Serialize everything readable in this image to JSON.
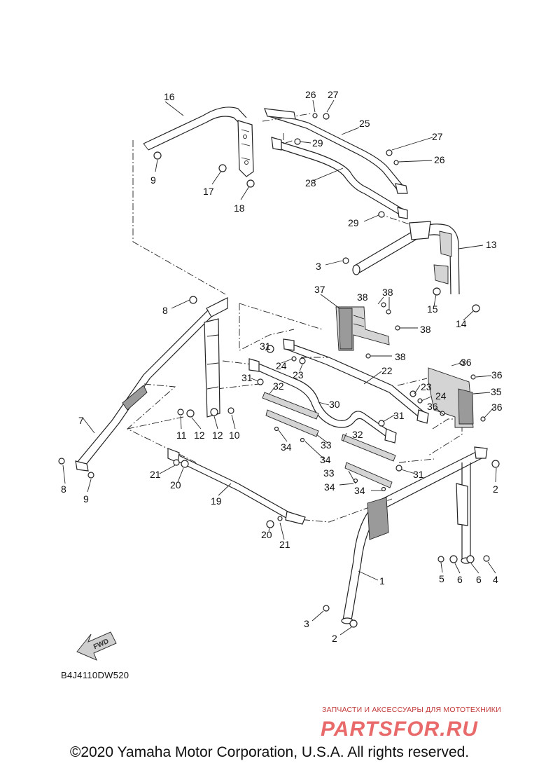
{
  "diagram_code": "B4J4110DW520",
  "fwd_label": "FWD",
  "copyright": "©2020 Yamaha Motor Corporation, U.S.A. All rights reserved.",
  "watermark": {
    "tagline": "ЗАПЧАСТИ И АКСЕССУАРЫ ДЛЯ МОТОТЕХНИКИ",
    "brand": "PARTSFOR.RU"
  },
  "callouts": {
    "c1": "1",
    "c2a": "2",
    "c2b": "2",
    "c3a": "3",
    "c3b": "3",
    "c4": "4",
    "c5": "5",
    "c6a": "6",
    "c6b": "6",
    "c7": "7",
    "c8a": "8",
    "c8b": "8",
    "c9a": "9",
    "c9b": "9",
    "c10": "10",
    "c11": "11",
    "c12a": "12",
    "c12b": "12",
    "c13": "13",
    "c14": "14",
    "c15": "15",
    "c16": "16",
    "c17": "17",
    "c18": "18",
    "c19": "19",
    "c20a": "20",
    "c20b": "20",
    "c21a": "21",
    "c21b": "21",
    "c22": "22",
    "c23a": "23",
    "c23b": "23",
    "c24a": "24",
    "c24b": "24",
    "c25": "25",
    "c26a": "26",
    "c26b": "26",
    "c27a": "27",
    "c27b": "27",
    "c28": "28",
    "c29a": "29",
    "c29b": "29",
    "c30": "30",
    "c31a": "31",
    "c31b": "31",
    "c31c": "31",
    "c31d": "31",
    "c32a": "32",
    "c32b": "32",
    "c33a": "33",
    "c33b": "33",
    "c34a": "34",
    "c34b": "34",
    "c34c": "34",
    "c34d": "34",
    "c35": "35",
    "c36a": "36",
    "c36b": "36",
    "c36c": "36",
    "c36d": "36",
    "c37": "37",
    "c38a": "38",
    "c38b": "38",
    "c38c": "38"
  }
}
